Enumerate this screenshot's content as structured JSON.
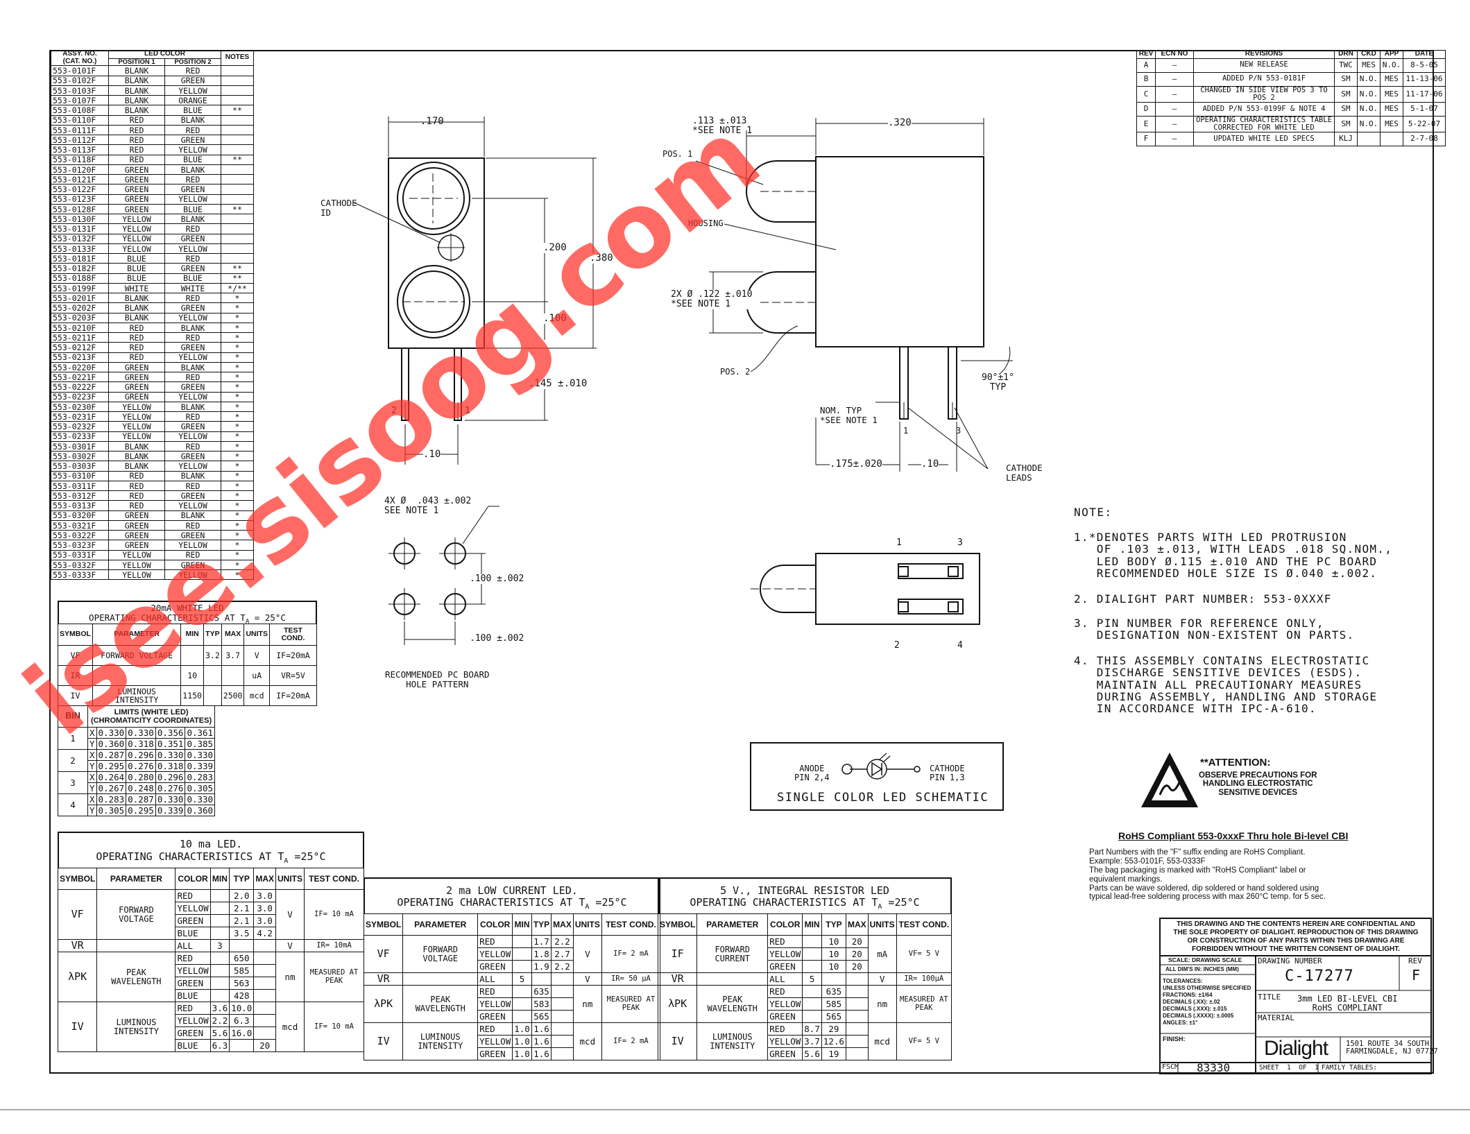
{
  "assy_table": {
    "headers": {
      "part": "ASSY. NO.\n(CAT. NO.)",
      "led_color": "LED COLOR",
      "pos1": "POSITION 1",
      "pos2": "POSITION 2",
      "notes": "NOTES"
    },
    "rows": [
      [
        "553-0101F",
        "BLANK",
        "RED",
        ""
      ],
      [
        "553-0102F",
        "BLANK",
        "GREEN",
        ""
      ],
      [
        "553-0103F",
        "BLANK",
        "YELLOW",
        ""
      ],
      [
        "553-0107F",
        "BLANK",
        "ORANGE",
        ""
      ],
      [
        "553-0108F",
        "BLANK",
        "BLUE",
        "**"
      ],
      [
        "553-0110F",
        "RED",
        "BLANK",
        ""
      ],
      [
        "553-0111F",
        "RED",
        "RED",
        ""
      ],
      [
        "553-0112F",
        "RED",
        "GREEN",
        ""
      ],
      [
        "553-0113F",
        "RED",
        "YELLOW",
        ""
      ],
      [
        "553-0118F",
        "RED",
        "BLUE",
        "**"
      ],
      [
        "553-0120F",
        "GREEN",
        "BLANK",
        ""
      ],
      [
        "553-0121F",
        "GREEN",
        "RED",
        ""
      ],
      [
        "553-0122F",
        "GREEN",
        "GREEN",
        ""
      ],
      [
        "553-0123F",
        "GREEN",
        "YELLOW",
        ""
      ],
      [
        "553-0128F",
        "GREEN",
        "BLUE",
        "**"
      ],
      [
        "553-0130F",
        "YELLOW",
        "BLANK",
        ""
      ],
      [
        "553-0131F",
        "YELLOW",
        "RED",
        ""
      ],
      [
        "553-0132F",
        "YELLOW",
        "GREEN",
        ""
      ],
      [
        "553-0133F",
        "YELLOW",
        "YELLOW",
        ""
      ],
      [
        "553-0181F",
        "BLUE",
        "RED",
        ""
      ],
      [
        "553-0182F",
        "BLUE",
        "GREEN",
        "**"
      ],
      [
        "553-0188F",
        "BLUE",
        "BLUE",
        "**"
      ],
      [
        "553-0199F",
        "WHITE",
        "WHITE",
        "*/**"
      ],
      [
        "553-0201F",
        "BLANK",
        "RED",
        "*"
      ],
      [
        "553-0202F",
        "BLANK",
        "GREEN",
        "*"
      ],
      [
        "553-0203F",
        "BLANK",
        "YELLOW",
        "*"
      ],
      [
        "553-0210F",
        "RED",
        "BLANK",
        "*"
      ],
      [
        "553-0211F",
        "RED",
        "RED",
        "*"
      ],
      [
        "553-0212F",
        "RED",
        "GREEN",
        "*"
      ],
      [
        "553-0213F",
        "RED",
        "YELLOW",
        "*"
      ],
      [
        "553-0220F",
        "GREEN",
        "BLANK",
        "*"
      ],
      [
        "553-0221F",
        "GREEN",
        "RED",
        "*"
      ],
      [
        "553-0222F",
        "GREEN",
        "GREEN",
        "*"
      ],
      [
        "553-0223F",
        "GREEN",
        "YELLOW",
        "*"
      ],
      [
        "553-0230F",
        "YELLOW",
        "BLANK",
        "*"
      ],
      [
        "553-0231F",
        "YELLOW",
        "RED",
        "*"
      ],
      [
        "553-0232F",
        "YELLOW",
        "GREEN",
        "*"
      ],
      [
        "553-0233F",
        "YELLOW",
        "YELLOW",
        "*"
      ],
      [
        "553-0301F",
        "BLANK",
        "RED",
        "*"
      ],
      [
        "553-0302F",
        "BLANK",
        "GREEN",
        "*"
      ],
      [
        "553-0303F",
        "BLANK",
        "YELLOW",
        "*"
      ],
      [
        "553-0310F",
        "RED",
        "BLANK",
        "*"
      ],
      [
        "553-0311F",
        "RED",
        "RED",
        "*"
      ],
      [
        "553-0312F",
        "RED",
        "GREEN",
        "*"
      ],
      [
        "553-0313F",
        "RED",
        "YELLOW",
        "*"
      ],
      [
        "553-0320F",
        "GREEN",
        "BLANK",
        "*"
      ],
      [
        "553-0321F",
        "GREEN",
        "RED",
        "*"
      ],
      [
        "553-0322F",
        "GREEN",
        "GREEN",
        "*"
      ],
      [
        "553-0323F",
        "GREEN",
        "YELLOW",
        "*"
      ],
      [
        "553-0331F",
        "YELLOW",
        "RED",
        "*"
      ],
      [
        "553-0332F",
        "YELLOW",
        "GREEN",
        "*"
      ],
      [
        "553-0333F",
        "YELLOW",
        "YELLOW",
        "*"
      ]
    ]
  },
  "rev_table": {
    "headers": [
      "REV",
      "ECN NO",
      "REVISIONS",
      "DRN",
      "CKD",
      "APP",
      "DATE"
    ],
    "rows": [
      [
        "A",
        "—",
        "NEW RELEASE",
        "TWC",
        "MES",
        "N.O.",
        "8-5-05"
      ],
      [
        "B",
        "—",
        "ADDED P/N 553-0181F",
        "SM",
        "N.O.",
        "MES",
        "11-13-06"
      ],
      [
        "C",
        "—",
        "CHANGED IN SIDE VIEW POS 3 TO POS 2",
        "SM",
        "N.O.",
        "MES",
        "11-17-06"
      ],
      [
        "D",
        "—",
        "ADDED P/N 553-0199F & NOTE 4",
        "SM",
        "N.O.",
        "MES",
        "5-1-07"
      ],
      [
        "E",
        "—",
        "OPERATING CHARACTERISTICS TABLE CORRECTED FOR WHITE LED",
        "SM",
        "N.O.",
        "MES",
        "5-22-07"
      ],
      [
        "F",
        "—",
        "UPDATED WHITE LED SPECS",
        "KLJ",
        "",
        "",
        "2-7-08"
      ]
    ]
  },
  "white_led": {
    "title1": "20mA WHITE LED",
    "title2": "OPERATING CHARACTERISTICS AT T",
    "title_sub": "A",
    "title3": " = 25°C",
    "headers": [
      "SYMBOL",
      "PARAMETER",
      "MIN",
      "TYP",
      "MAX",
      "UNITS",
      "TEST COND."
    ],
    "rows": [
      [
        "VF",
        "FORWARD VOLTAGE",
        "",
        "3.2",
        "3.7",
        "V",
        "IF=20mA"
      ],
      [
        "IR",
        "",
        "10",
        "",
        "",
        "uA",
        "VR=5V"
      ],
      [
        "IV",
        "LUMINOUS INTENSITY",
        "1150",
        "",
        "2500",
        "mcd",
        "IF=20mA"
      ]
    ]
  },
  "bins": {
    "headers": [
      "BIN",
      "LIMITS (WHITE LED)",
      "(CHROMATICITY COORDINATES)"
    ],
    "rows": [
      [
        "1",
        "X",
        "0.330",
        "0.330",
        "0.356",
        "0.361"
      ],
      [
        "",
        "Y",
        "0.360",
        "0.318",
        "0.351",
        "0.385"
      ],
      [
        "2",
        "X",
        "0.287",
        "0.296",
        "0.330",
        "0.330"
      ],
      [
        "",
        "Y",
        "0.295",
        "0.276",
        "0.318",
        "0.339"
      ],
      [
        "3",
        "X",
        "0.264",
        "0.280",
        "0.296",
        "0.283"
      ],
      [
        "",
        "Y",
        "0.267",
        "0.248",
        "0.276",
        "0.305"
      ],
      [
        "4",
        "X",
        "0.283",
        "0.287",
        "0.330",
        "0.330"
      ],
      [
        "",
        "Y",
        "0.305",
        "0.295",
        "0.339",
        "0.360"
      ]
    ]
  },
  "tbl_10ma": {
    "title1": "10 ma LED.",
    "title2": "OPERATING CHARACTERISTICS AT T",
    "title_sub": "A",
    "title3": " =25°C",
    "headers": [
      "SYMBOL",
      "PARAMETER",
      "COLOR",
      "MIN",
      "TYP",
      "MAX",
      "UNITS",
      "TEST COND."
    ],
    "vf": {
      "sym": "VF",
      "param": "FORWARD VOLTAGE",
      "units": "V",
      "cond": "IF= 10 mA",
      "rows": [
        [
          "RED",
          "",
          "2.0",
          "3.0"
        ],
        [
          "YELLOW",
          "",
          "2.1",
          "3.0"
        ],
        [
          "GREEN",
          "",
          "2.1",
          "3.0"
        ],
        [
          "BLUE",
          "",
          "3.5",
          "4.2"
        ]
      ]
    },
    "vr": {
      "sym": "VR",
      "color": "ALL",
      "min": "3",
      "units": "V",
      "cond": "IR= 10mA"
    },
    "pk": {
      "sym": "λPK",
      "param": "PEAK WAVELENGTH",
      "units": "nm",
      "cond": "MEASURED AT PEAK",
      "rows": [
        [
          "RED",
          "",
          "650",
          ""
        ],
        [
          "YELLOW",
          "",
          "585",
          ""
        ],
        [
          "GREEN",
          "",
          "563",
          ""
        ],
        [
          "BLUE",
          "",
          "428",
          ""
        ]
      ]
    },
    "iv": {
      "sym": "IV",
      "param": "LUMINOUS INTENSITY",
      "units": "mcd",
      "cond": "IF= 10 mA",
      "rows": [
        [
          "RED",
          "3.6",
          "10.0",
          ""
        ],
        [
          "YELLOW",
          "2.2",
          "6.3",
          ""
        ],
        [
          "GREEN",
          "5.6",
          "16.0",
          ""
        ],
        [
          "BLUE",
          "6.3",
          "",
          "20"
        ]
      ]
    }
  },
  "tbl_2ma": {
    "title1": "2 ma LOW CURRENT LED.",
    "title2": "OPERATING CHARACTERISTICS AT T",
    "title_sub": "A",
    "title3": " =25°C",
    "headers": [
      "SYMBOL",
      "PARAMETER",
      "COLOR",
      "MIN",
      "TYP",
      "MAX",
      "UNITS",
      "TEST COND."
    ],
    "vf": {
      "sym": "VF",
      "param": "FORWARD VOLTAGE",
      "units": "V",
      "cond": "IF= 2 mA",
      "rows": [
        [
          "RED",
          "",
          "1.7",
          "2.2"
        ],
        [
          "YELLOW",
          "",
          "1.8",
          "2.7"
        ],
        [
          "GREEN",
          "",
          "1.9",
          "2.2"
        ]
      ]
    },
    "vr": {
      "sym": "VR",
      "color": "ALL",
      "min": "5",
      "units": "V",
      "cond": "IR= 50 µA"
    },
    "pk": {
      "sym": "λPK",
      "param": "PEAK WAVELENGTH",
      "units": "nm",
      "cond": "MEASURED AT PEAK",
      "rows": [
        [
          "RED",
          "",
          "635",
          ""
        ],
        [
          "YELLOW",
          "",
          "583",
          ""
        ],
        [
          "GREEN",
          "",
          "565",
          ""
        ]
      ]
    },
    "iv": {
      "sym": "IV",
      "param": "LUMINOUS INTENSITY",
      "units": "mcd",
      "cond": "IF= 2 mA",
      "rows": [
        [
          "RED",
          "1.0",
          "1.6",
          ""
        ],
        [
          "YELLOW",
          "1.0",
          "1.6",
          ""
        ],
        [
          "GREEN",
          "1.0",
          "1.6",
          ""
        ]
      ]
    }
  },
  "tbl_5v": {
    "title1": "5 V., INTEGRAL RESISTOR LED",
    "title2": "OPERATING CHARACTERISTICS AT T",
    "title_sub": "A",
    "title3": " =25°C",
    "headers": [
      "SYMBOL",
      "PARAMETER",
      "COLOR",
      "MIN",
      "TYP",
      "MAX",
      "UNITS",
      "TEST COND."
    ],
    "vf": {
      "sym": "IF",
      "param": "FORWARD CURRENT",
      "units": "mA",
      "cond": "VF= 5 V",
      "rows": [
        [
          "RED",
          "",
          "10",
          "20"
        ],
        [
          "YELLOW",
          "",
          "10",
          "20"
        ],
        [
          "GREEN",
          "",
          "10",
          "20"
        ]
      ]
    },
    "vr": {
      "sym": "VR",
      "color": "ALL",
      "min": "5",
      "units": "V",
      "cond": "IR= 100µA"
    },
    "pk": {
      "sym": "λPK",
      "param": "PEAK WAVELENGTH",
      "units": "nm",
      "cond": "MEASURED AT PEAK",
      "rows": [
        [
          "RED",
          "",
          "635",
          ""
        ],
        [
          "YELLOW",
          "",
          "585",
          ""
        ],
        [
          "GREEN",
          "",
          "565",
          ""
        ]
      ]
    },
    "iv": {
      "sym": "IV",
      "param": "LUMINOUS INTENSITY",
      "units": "mcd",
      "cond": "VF= 5 V",
      "rows": [
        [
          "RED",
          "8.7",
          "29",
          ""
        ],
        [
          "YELLOW",
          "3.7",
          "12.6",
          ""
        ],
        [
          "GREEN",
          "5.6",
          "19",
          ""
        ]
      ]
    }
  },
  "dims": {
    "front_width": ".170",
    "cathode_id": "CATHODE\nID",
    "dim_200": ".200",
    "dim_380": ".380",
    "dim_100": ".100",
    "dim_145": ".145 ±.010",
    "pin2": "2",
    "pin1": "1",
    "dim_10": ".10",
    "side_113": ".113 ±.013\n*SEE NOTE 1",
    "side_320": ".320",
    "pos1": "POS. 1",
    "housing": "HOUSING",
    "led_dia": "2X Ø .122 ±.010\n*SEE NOTE 1",
    "pos2": "POS. 2",
    "angle": "90°±1°\nTYP",
    "nom": "NOM. TYP\n*SEE NOTE 1",
    "side_pin1": "1",
    "side_pin3": "3",
    "dim_175": ".175±.020",
    "dim_10b": ".10",
    "cathode_leads": "CATHODE\nLEADS",
    "holes": "4X Ø  .043 ±.002\nSEE NOTE 1",
    "hole_v": ".100 ±.002",
    "hole_h": ".100 ±.002",
    "pcb_caption": "RECOMMENDED PC BOARD\nHOLE PATTERN",
    "top_p1": "1",
    "top_p3": "3",
    "top_p2": "2",
    "top_p4": "4"
  },
  "notes": {
    "heading": "NOTE:",
    "n1": "1.*DENOTES PARTS WITH LED PROTRUSION\n   OF .103 ±.013, WITH LEADS .018 SQ.NOM.,\n   LED BODY Ø.115 ±.010 AND THE PC BOARD\n   RECOMMENDED HOLE SIZE IS Ø.040 ±.002.",
    "n2": "2. DIALIGHT PART NUMBER: 553-0XXXF",
    "n3": "3. PIN NUMBER FOR REFERENCE ONLY,\n   DESIGNATION NON-EXISTENT ON PARTS.",
    "n4": "4. THIS ASSEMBLY CONTAINS ELECTROSTATIC\n   DISCHARGE SENSITIVE DEVICES (ESDS).\n   MAINTAIN ALL PRECAUTIONARY MEASURES\n   DURING ASSEMBLY, HANDLING AND STORAGE\n   IN ACCORDANCE WITH IPC-A-610."
  },
  "schematic": {
    "anode": "ANODE\nPIN 2,4",
    "cathode": "CATHODE\nPIN 1,3",
    "caption": "SINGLE COLOR LED SCHEMATIC"
  },
  "attention": {
    "title": "**ATTENTION:",
    "body": "OBSERVE PRECAUTIONS FOR\nHANDLING ELECTROSTATIC\nSENSITIVE DEVICES"
  },
  "rohs": {
    "title": "RoHS Compliant 553-0xxxF Thru hole Bi-level CBI",
    "body": "Part Numbers with the \"F\" suffix ending are RoHS Compliant.\nExample: 553-0101F, 553-0333F\nThe bag packaging is marked with \"RoHS Compliant\" label or\nequivalent markings.\nParts can be wave soldered, dip soldered or hand soldered using\ntypical lead-free soldering process with max 260°C temp. for 5 sec."
  },
  "title_block": {
    "confidential": "THIS DRAWING AND THE CONTENTS HEREIN ARE CONFIDENTIAL AND\nTHE SOLE PROPERTY OF DIALIGHT. REPRODUCTION OF THIS DRAWING\nOR CONSTRUCTION OF ANY PARTS WITHIN THIS DRAWING ARE\nFORBIDDEN WITHOUT THE WRITTEN CONSENT OF DIALIGHT.",
    "scale": "SCALE: DRAWING SCALE",
    "dims_in": "ALL DIM'S IN: INCHES (MM)",
    "tolerances": "TOLERANCES:\nUNLESS OTHERWISE SPECIFIED\nFRACTIONS: ±1/64\nDECIMALS (.XX): ±.02\nDECIMALS (.XXX): ±.015\nDECIMALS (.XXXX): ±.0005\nANGLES: ±1°",
    "finish": "FINISH:",
    "drawing_number_label": "DRAWING NUMBER",
    "drawing_number": "C-17277",
    "rev_label": "REV",
    "rev": "F",
    "title_label": "TITLE",
    "title": "3mm LED BI-LEVEL CBI\nRoHS COMPLIANT",
    "material": "MATERIAL",
    "logo": "Dialight",
    "address": "1501 ROUTE 34 SOUTH\nFARMINGDALE, NJ 07727",
    "fscm_label": "FSCM",
    "fscm": "83330",
    "sheet": "SHEET  1  OF  1",
    "family": "FAMILY TABLES:"
  },
  "watermark": "isee.sisoog.com"
}
